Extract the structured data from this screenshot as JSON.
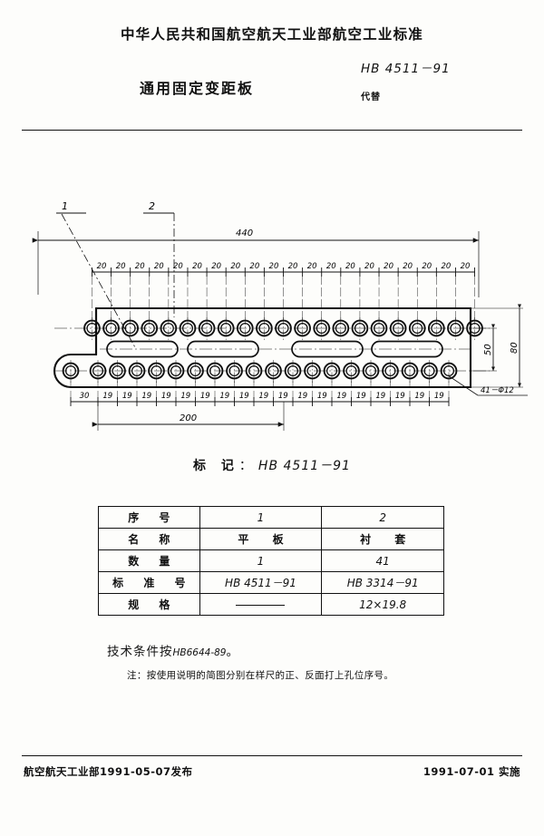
{
  "header": {
    "ministry_line": "中华人民共和国航空航天工业部航空工业标准",
    "doc_title": "通用固定变距板",
    "standard_no": "HB 4511－91",
    "replaces_label": "代替"
  },
  "footer": {
    "issued": "航空航天工业部1991-05-07发布",
    "effective": "1991-07-01 实施"
  },
  "drawing": {
    "balloon_1": "1",
    "balloon_2": "2",
    "overall_length": "440",
    "pitch_top": [
      "20",
      "20",
      "20",
      "20",
      "20",
      "20",
      "20",
      "20",
      "20",
      "20",
      "20",
      "20",
      "20",
      "20",
      "20",
      "20",
      "20",
      "20",
      "20",
      "20"
    ],
    "first_bottom": "30",
    "pitch_bottom": [
      "19",
      "19",
      "19",
      "19",
      "19",
      "19",
      "19",
      "19",
      "19",
      "19",
      "19",
      "19",
      "19",
      "19",
      "19",
      "19",
      "19",
      "19"
    ],
    "sub_length": "200",
    "height_inner": "50",
    "height_outer": "80",
    "hole_callout": "41－Φ12"
  },
  "marking": {
    "label": "标 记",
    "separator": "：",
    "value": "HB 4511－91"
  },
  "table": {
    "rows": [
      {
        "label": "序 号",
        "col1": "1",
        "col2": "2",
        "cjk1": false,
        "cjk2": false
      },
      {
        "label": "名 称",
        "col1": "平 板",
        "col2": "衬 套",
        "cjk1": true,
        "cjk2": true
      },
      {
        "label": "数 量",
        "col1": "1",
        "col2": "41",
        "cjk1": false,
        "cjk2": false
      },
      {
        "label": "标 准 号",
        "col1": "HB 4511－91",
        "col2": "HB 3314－91",
        "cjk1": false,
        "cjk2": false
      },
      {
        "label": "规 格",
        "col1": "—",
        "col2": "12×19.8",
        "cjk1": false,
        "cjk2": false
      }
    ]
  },
  "notes": {
    "tech_condition_label": "技术条件按",
    "tech_condition_value": "HB6644-89",
    "tech_condition_end": "。",
    "note_text": "注：按使用说明的简图分别在样尺的正、反面打上孔位序号。"
  }
}
